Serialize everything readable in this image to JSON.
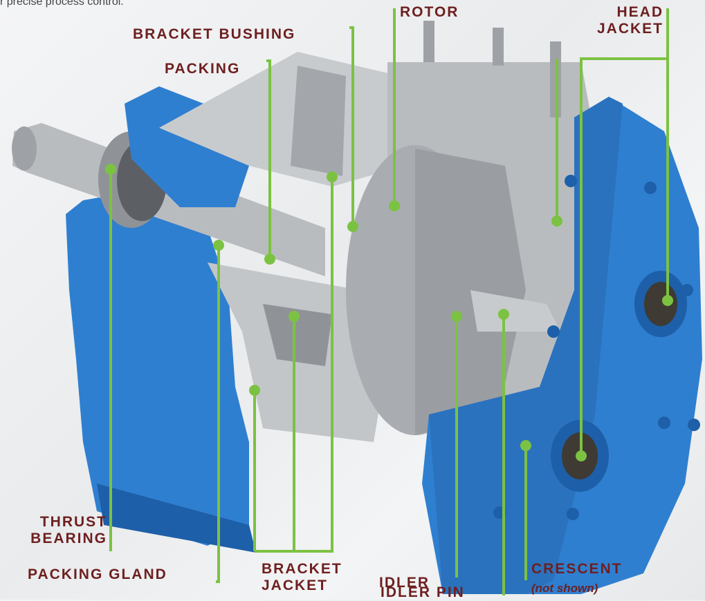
{
  "intro_text": "r precise process control.",
  "labels": {
    "rotor": "ROTOR",
    "head_jacket": [
      "HEAD",
      "JACKET"
    ],
    "bracket_bushing": "BRACKET BUSHING",
    "packing": "PACKING",
    "thrust_bearing": [
      "THRUST",
      "BEARING"
    ],
    "packing_gland": "PACKING GLAND",
    "bracket_jacket": [
      "BRACKET",
      "JACKET"
    ],
    "idler": "IDLER",
    "idler_pin": "IDLER PIN",
    "crescent": "CRESCENT",
    "crescent_note": "(not shown)"
  },
  "colors": {
    "casing_blue": "#2f7fd0",
    "casing_dark": "#1d5fa8",
    "steel": "#b9bcbf",
    "steel_dark": "#8f9397",
    "leader_green": "#7cc242",
    "label_text": "#6e1f1f"
  }
}
